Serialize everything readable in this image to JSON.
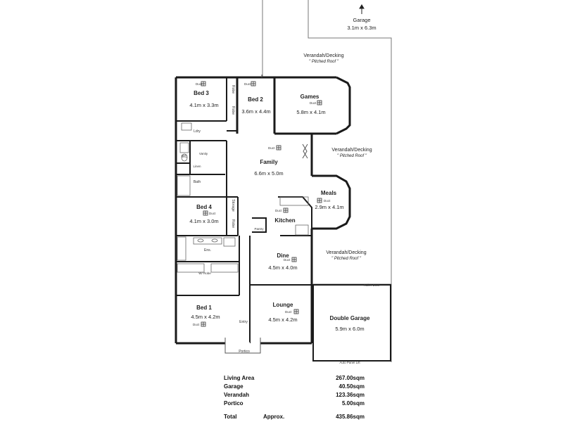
{
  "rooms": {
    "garage_top": {
      "name": "Garage",
      "size": "3.1m x 6.3m"
    },
    "verandah_top": {
      "name": "Verandah/Decking",
      "note": "\" Pitched Roof \""
    },
    "bed3": {
      "name": "Bed 3",
      "size": "4.1m x 3.3m"
    },
    "bed2": {
      "name": "Bed 2",
      "size": "3.6m x 4.4m"
    },
    "games": {
      "name": "Games",
      "size": "5.8m x 4.1m"
    },
    "verandah_mid": {
      "name": "Verandah/Decking",
      "note": "\" Pitched Roof \""
    },
    "family": {
      "name": "Family",
      "size": "6.6m x 5.0m"
    },
    "meals": {
      "name": "Meals",
      "size": "2.9m x 4.1m"
    },
    "bed4": {
      "name": "Bed 4",
      "size": "4.1m x 3.0m"
    },
    "kitchen": {
      "name": "Kitchen"
    },
    "verandah_low": {
      "name": "Verandah/Decking",
      "note": "\" Pitched Roof \""
    },
    "dine": {
      "name": "Dine",
      "size": "4.5m x 4.0m"
    },
    "bed1": {
      "name": "Bed 1",
      "size": "4.5m x 4.2m"
    },
    "lounge": {
      "name": "Lounge",
      "size": "4.5m x 4.2m"
    },
    "double_garage": {
      "name": "Double Garage",
      "size": "5.9m x 6.0m"
    }
  },
  "small_labels": {
    "robe": "Robe",
    "ldry": "Ldry",
    "wc": "WC",
    "vanity": "Vanity",
    "linen": "Linen",
    "bath": "Bath",
    "storage": "Storage",
    "ens": "Ens.",
    "wir": "W/ Robe",
    "pantry": "Pantry",
    "entry": "Entry",
    "portico": "Portico",
    "duct": "Duct",
    "roller_door": "Roller Door",
    "auto_panel_lift": "Auto Panel Lift"
  },
  "areas": [
    {
      "name": "Living Area",
      "value": "267.00sqm"
    },
    {
      "name": "Garage",
      "value": "40.50sqm"
    },
    {
      "name": "Verandah",
      "value": "123.36sqm"
    },
    {
      "name": "Portico",
      "value": "5.00sqm"
    }
  ],
  "total": {
    "name": "Total",
    "approx": "Approx.",
    "value": "435.86sqm"
  },
  "colors": {
    "wall": "#1a1a1a",
    "line": "#555555",
    "background": "#ffffff"
  }
}
